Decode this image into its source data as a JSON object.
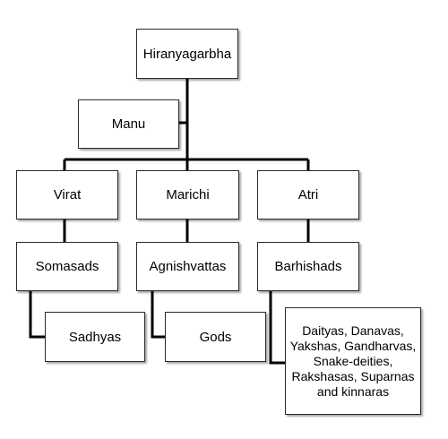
{
  "diagram": {
    "nodes": {
      "root": "Hiranyagarbha",
      "manu": "Manu",
      "virat": "Virat",
      "marichi": "Marichi",
      "atri": "Atri",
      "somasads": "Somasads",
      "agnishvattas": "Agnishvattas",
      "barhishads": "Barhishads",
      "sadhyas": "Sadhyas",
      "gods": "Gods",
      "daityas": "Daityas, Danavas, Yakshas, Gandharvas, Snake-deities, Rakshasas, Suparnas and kinnaras"
    },
    "colors": {
      "line": "#000000",
      "border": "#2b2b2b",
      "background": "#ffffff"
    }
  }
}
